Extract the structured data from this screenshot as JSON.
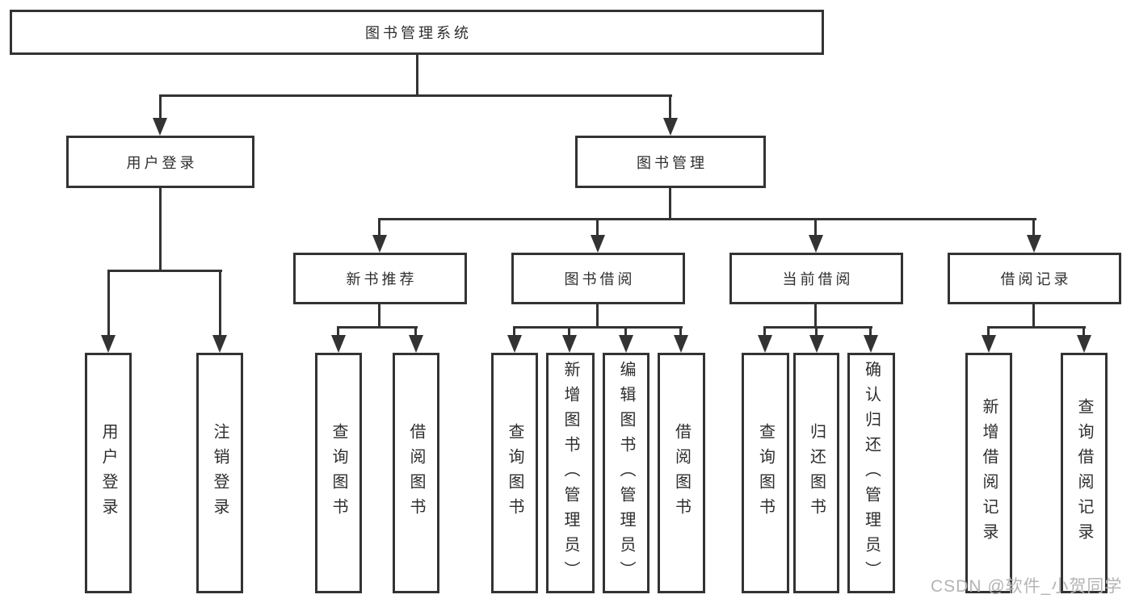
{
  "diagram": {
    "root": {
      "label": "图书管理系统"
    },
    "level2": [
      {
        "label": "用户登录"
      },
      {
        "label": "图书管理"
      }
    ],
    "level3": [
      {
        "label": "新书推荐",
        "parent": "图书管理"
      },
      {
        "label": "图书借阅",
        "parent": "图书管理"
      },
      {
        "label": "当前借阅",
        "parent": "图书管理"
      },
      {
        "label": "借阅记录",
        "parent": "图书管理"
      }
    ],
    "leaves": [
      {
        "label": "用户登录",
        "parent": "用户登录"
      },
      {
        "label": "注销登录",
        "parent": "用户登录"
      },
      {
        "label": "查询图书",
        "parent": "新书推荐"
      },
      {
        "label": "借阅图书",
        "parent": "新书推荐"
      },
      {
        "label": "查询图书",
        "parent": "图书借阅"
      },
      {
        "label": "新增图书（管理员）",
        "parent": "图书借阅"
      },
      {
        "label": "编辑图书（管理员）",
        "parent": "图书借阅"
      },
      {
        "label": "借阅图书",
        "parent": "图书借阅"
      },
      {
        "label": "查询图书",
        "parent": "当前借阅"
      },
      {
        "label": "归还图书",
        "parent": "当前借阅"
      },
      {
        "label": "确认归还（管理员）",
        "parent": "当前借阅"
      },
      {
        "label": "新增借阅记录",
        "parent": "借阅记录"
      },
      {
        "label": "查询借阅记录",
        "parent": "借阅记录"
      }
    ],
    "colors": {
      "line": "#333333",
      "text": "#2e2e2e",
      "background": "#ffffff",
      "watermark_text": "#b4b4b4"
    }
  },
  "watermark": "CSDN @软件_小贺同学"
}
